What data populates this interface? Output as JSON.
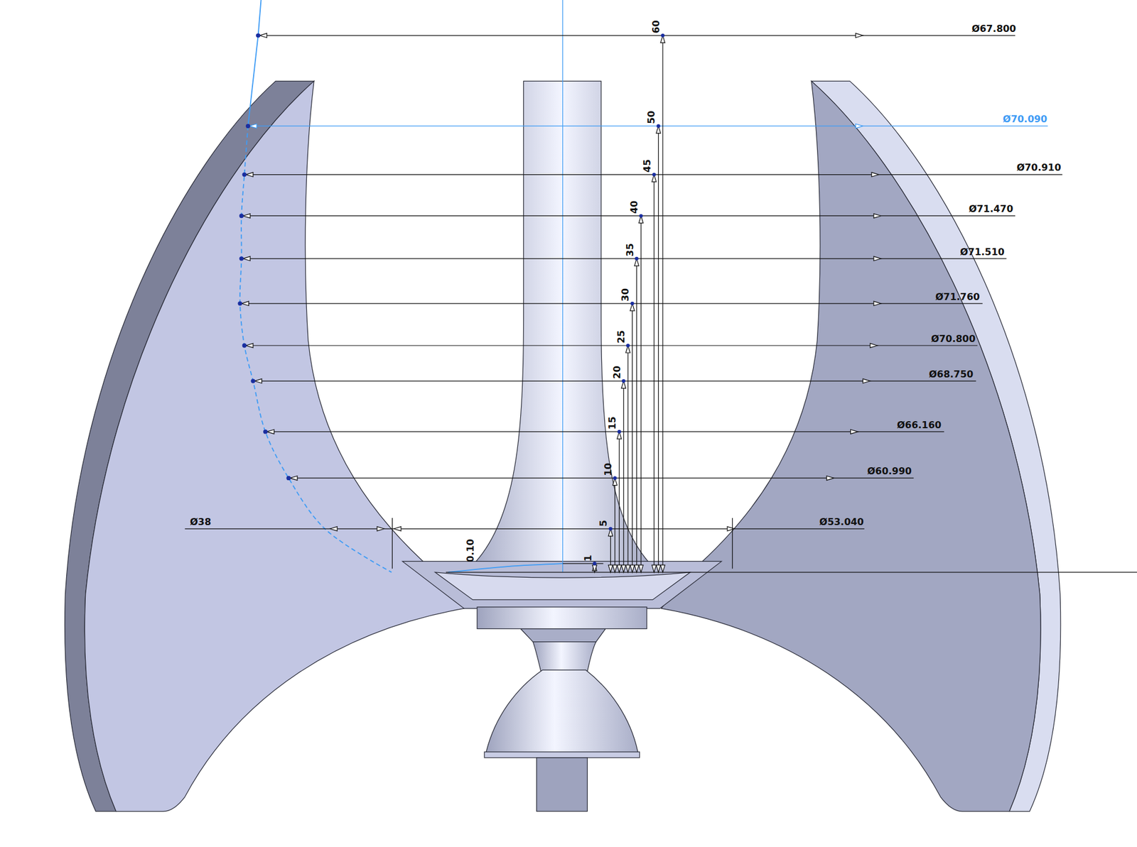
{
  "diagram": {
    "labels": [
      "Ø67.800",
      "Ø70.090",
      "Ø70.910",
      "Ø71.470",
      "Ø71.510",
      "Ø71.760",
      "Ø70.800",
      "Ø68.750",
      "Ø66.160",
      "Ø60.990",
      "Ø38",
      "Ø53.040",
      "60",
      "50",
      "45",
      "40",
      "35",
      "30",
      "25",
      "20",
      "15",
      "10",
      "5",
      "1",
      "0.10"
    ]
  }
}
